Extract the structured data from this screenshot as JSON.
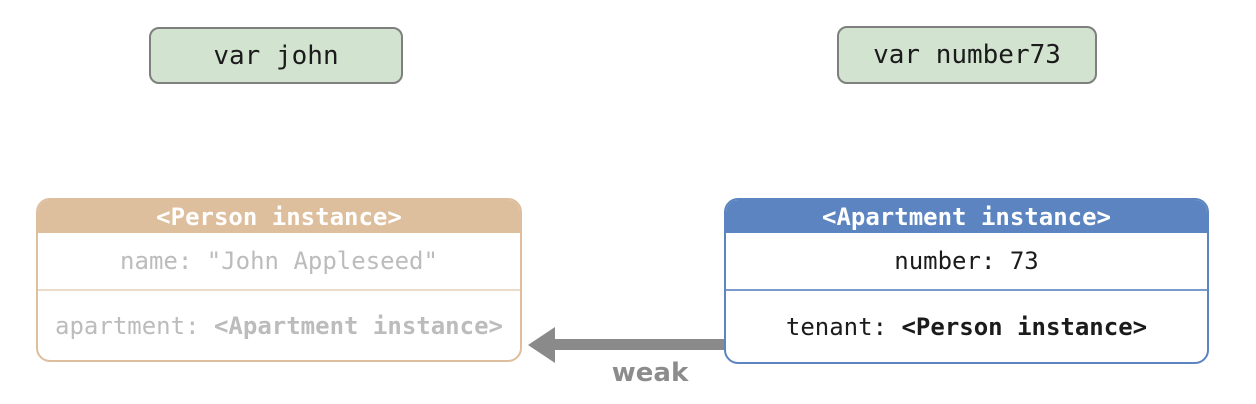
{
  "variables": {
    "john": {
      "label": "var john"
    },
    "number73": {
      "label": "var number73"
    }
  },
  "person_instance": {
    "title": "<Person instance>",
    "rows": [
      {
        "label": "name: ",
        "value": "\"John Appleseed\""
      },
      {
        "label": "apartment: ",
        "value": "<Apartment instance>"
      }
    ],
    "state": "faded"
  },
  "apartment_instance": {
    "title": "<Apartment instance>",
    "rows": [
      {
        "label": "number: ",
        "value": "73"
      },
      {
        "label": "tenant: ",
        "value": "<Person instance>"
      }
    ]
  },
  "arrow": {
    "label": "weak",
    "direction": "left",
    "from": "apartment_instance",
    "to": "person_instance"
  },
  "colors": {
    "variable_fill": "#d2e3d0",
    "variable_border": "#7f7f7f",
    "person_accent": "#ddbe9d",
    "person_faded_text": "#bcbcbc",
    "apartment_accent": "#5b84c0",
    "arrow_gray": "#8a8a8a",
    "text_dark": "#1b1b1b"
  }
}
